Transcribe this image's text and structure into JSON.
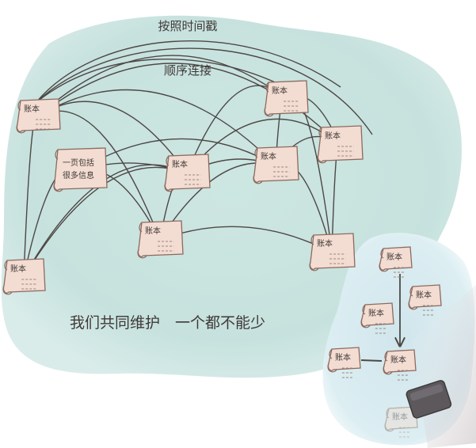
{
  "captions": {
    "top": "按照时间戳",
    "second": "顺序连接",
    "bottom": "我们共同维护　一个都不能少"
  },
  "ledger_label": "账本",
  "block_note": {
    "line1": "一页包括",
    "line2": "很多信息"
  },
  "colors": {
    "wash_main": "#cfe7e3",
    "wash_small": "#d8ecf0",
    "line": "#4d4846",
    "page_fill": "#f3dcd1",
    "page_stroke": "#8c6a60",
    "text": "#3f3937",
    "eraser": "#5b5659"
  }
}
